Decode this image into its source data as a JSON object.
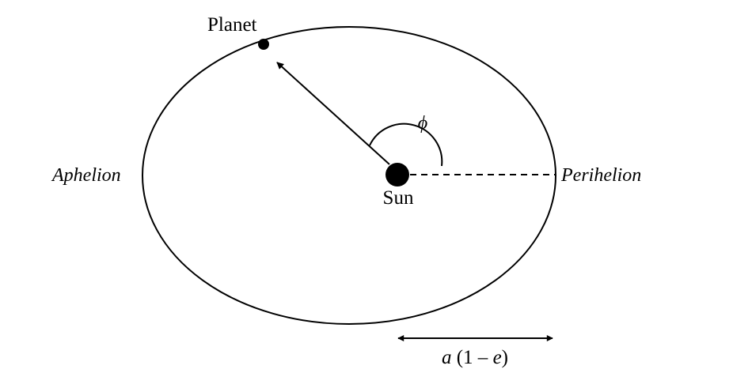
{
  "labels": {
    "planet": "Planet",
    "sun": "Sun",
    "angle": "ϕ",
    "aphelion": "Aphelion",
    "perihelion": "Perihelion",
    "distance_prefix": "a",
    "distance_paren_open": " (1 – ",
    "distance_var": "e",
    "distance_paren_close": ")"
  },
  "colors": {
    "stroke": "#000000",
    "background": "#ffffff"
  }
}
